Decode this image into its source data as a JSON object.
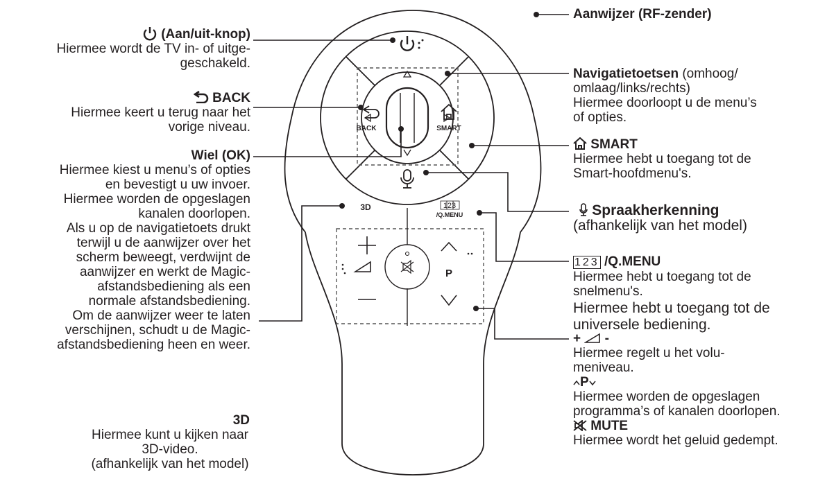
{
  "remote": {
    "back_label": "BACK",
    "smart_label": "SMART",
    "three_d_label": "3D",
    "num_label": "123",
    "qmenu_label": "/Q.MENU",
    "p_label": "P"
  },
  "callouts": {
    "power": {
      "title": "(Aan/uit-knop)",
      "desc": "Hiermee wordt de TV in- of uitge-\ngeschakeld."
    },
    "back": {
      "title": "BACK",
      "desc": "Hiermee keert u terug naar het\nvorige niveau."
    },
    "wheel": {
      "title": "Wiel (OK)",
      "desc": "Hiermee kiest u menu’s of opties\nen bevestigt u uw invoer.\nHiermee worden de opgeslagen\nkanalen doorlopen.\nAls u op de navigatietoets drukt\nterwijl u de aanwijzer over het\nscherm beweegt, verdwijnt de\naanwijzer en werkt de Magic-\nafstandsbediening als een\nnormale afstandsbediening.\nOm de aanwijzer weer te laten\nverschijnen, schudt u de Magic-\nafstandsbediening heen en weer."
    },
    "three_d": {
      "title": "3D",
      "desc": "Hiermee kunt u kijken naar\n3D-video.\n(afhankelijk van het model)"
    },
    "pointer": {
      "title": "Aanwijzer (RF-zender)"
    },
    "nav": {
      "title": "Navigatietoetsen",
      "title_suffix": " (omhoog/",
      "desc": "omlaag/links/rechts)\nHiermee doorloopt u de menu’s\nof opties."
    },
    "smart": {
      "title": "SMART",
      "desc": "Hiermee hebt u toegang tot de\nSmart-hoofdmenu's."
    },
    "voice": {
      "title": "Spraakherkenning",
      "desc": "(afhankelijk van het model)"
    },
    "qmenu": {
      "nums": "123",
      "title": "/Q.MENU",
      "desc": "Hiermee hebt u toegang tot de\nsnelmenu's.",
      "desc2": "Hiermee hebt u toegang tot de\nuniversele bediening."
    },
    "volume": {
      "title_plus": "+",
      "title_minus": "-",
      "desc": "Hiermee regelt u het volu-\nmeniveau.",
      "p_title": "P",
      "p_desc": "Hiermee worden de opgeslagen\nprogramma’s of kanalen doorlopen.",
      "mute_title": "MUTE",
      "mute_desc": "Hiermee wordt het geluid gedempt."
    }
  }
}
